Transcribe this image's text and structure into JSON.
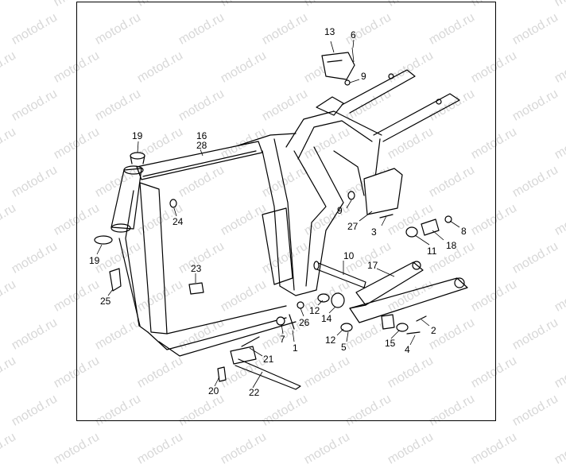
{
  "watermark": {
    "text": "motod.ru"
  },
  "callouts": [
    {
      "id": "c13",
      "label": "13"
    },
    {
      "id": "c6",
      "label": "6"
    },
    {
      "id": "c9a",
      "label": "9"
    },
    {
      "id": "c19a",
      "label": "19"
    },
    {
      "id": "c16",
      "label": "16"
    },
    {
      "id": "c28",
      "label": "28"
    },
    {
      "id": "c24",
      "label": "24"
    },
    {
      "id": "c9b",
      "label": "9"
    },
    {
      "id": "c27",
      "label": "27"
    },
    {
      "id": "c3",
      "label": "3"
    },
    {
      "id": "c8",
      "label": "8"
    },
    {
      "id": "c18",
      "label": "18"
    },
    {
      "id": "c11",
      "label": "11"
    },
    {
      "id": "c19b",
      "label": "19"
    },
    {
      "id": "c10",
      "label": "10"
    },
    {
      "id": "c17",
      "label": "17"
    },
    {
      "id": "c23",
      "label": "23"
    },
    {
      "id": "c25",
      "label": "25"
    },
    {
      "id": "c12a",
      "label": "12"
    },
    {
      "id": "c14",
      "label": "14"
    },
    {
      "id": "c26",
      "label": "26"
    },
    {
      "id": "c7",
      "label": "7"
    },
    {
      "id": "c1",
      "label": "1"
    },
    {
      "id": "c2",
      "label": "2"
    },
    {
      "id": "c12b",
      "label": "12"
    },
    {
      "id": "c5",
      "label": "5"
    },
    {
      "id": "c15",
      "label": "15"
    },
    {
      "id": "c4",
      "label": "4"
    },
    {
      "id": "c21",
      "label": "21"
    },
    {
      "id": "c20",
      "label": "20"
    },
    {
      "id": "c22",
      "label": "22"
    }
  ]
}
